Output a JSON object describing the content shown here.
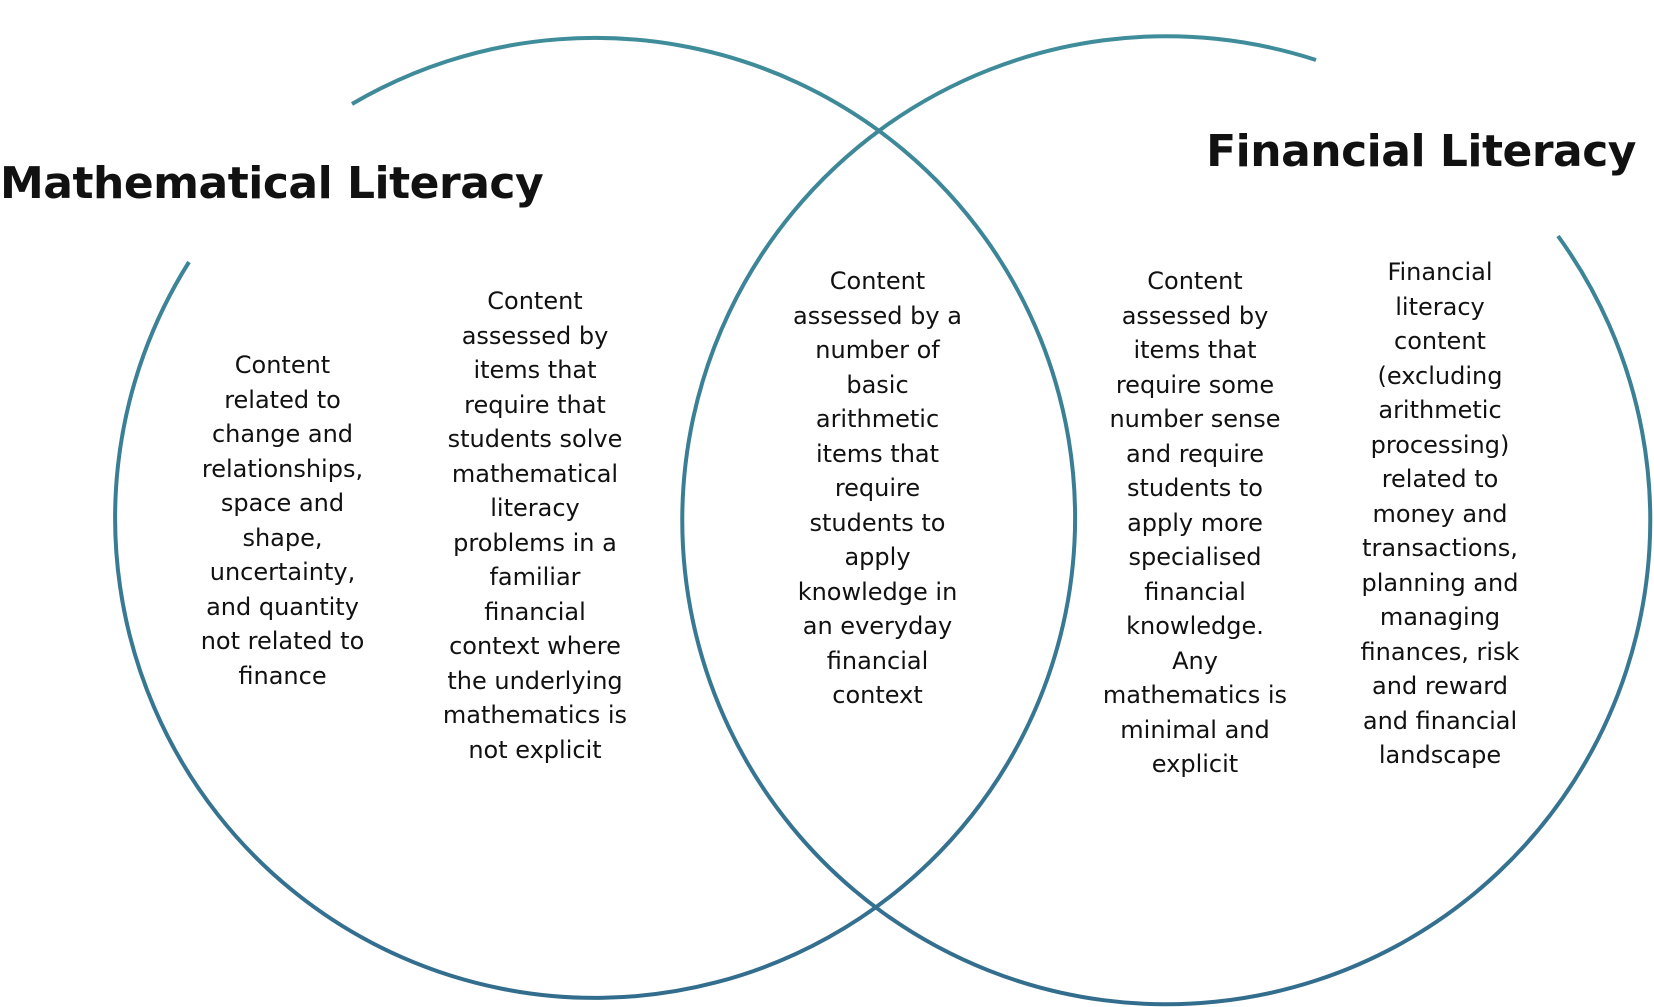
{
  "colors": {
    "circle_stroke": "#3f8c9a",
    "text": "#111111",
    "background": "#ffffff"
  },
  "titles": {
    "left": "Mathematical Literacy",
    "right": "Financial Literacy"
  },
  "regions": [
    {
      "id": "math-only-general",
      "text": "Content\nrelated to\nchange and\nrelationships,\nspace and\nshape,\nuncertainty,\nand quantity\nnot related to\nfinance"
    },
    {
      "id": "math-in-financial-context",
      "text": "Content\nassessed by\nitems that\nrequire that\nstudents solve\nmathematical\nliteracy\nproblems in a\nfamiliar\nfinancial\ncontext where\nthe underlying\nmathematics is\nnot explicit"
    },
    {
      "id": "overlap",
      "text": "Content\nassessed by a\nnumber of\nbasic\narithmetic\nitems that\nrequire\nstudents to\napply\nknowledge in\nan everyday\nfinancial\ncontext"
    },
    {
      "id": "financial-with-number-sense",
      "text": "Content\nassessed by\nitems that\nrequire some\nnumber sense\nand require\nstudents to\napply more\nspecialised\nfinancial\nknowledge.\nAny\nmathematics is\nminimal and\nexplicit"
    },
    {
      "id": "financial-only",
      "text": "Financial\nliteracy\ncontent\n(excluding\narithmetic\nprocessing)\nrelated to\nmoney and\ntransactions,\nplanning and\nmanaging\nfinances, risk\nand reward\nand financial\nlandscape"
    }
  ]
}
